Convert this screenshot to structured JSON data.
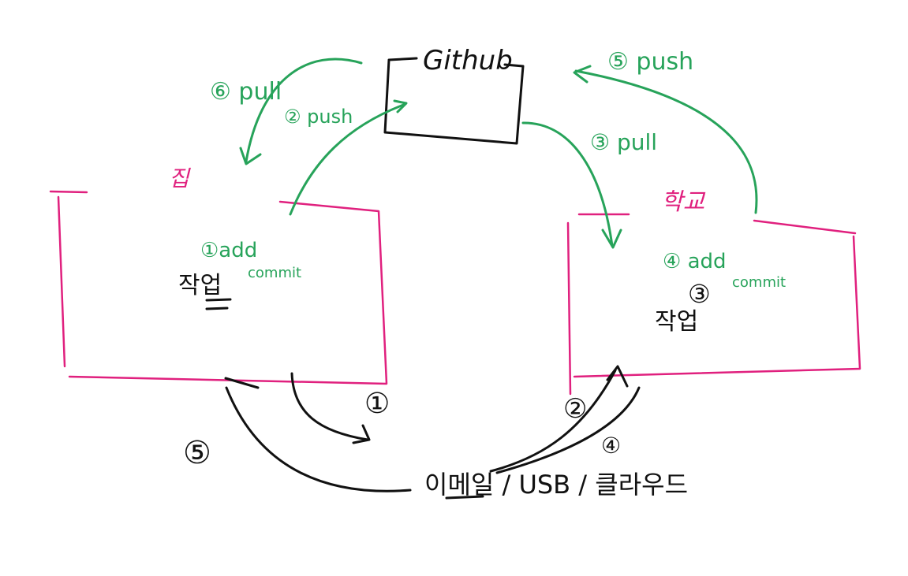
{
  "github": {
    "label": "Github"
  },
  "home": {
    "label": "집",
    "work": "작업",
    "steps": "①add",
    "commit": "commit"
  },
  "school": {
    "label": "학교",
    "work": "작업",
    "steps": "④ add",
    "commit": "commit",
    "circle3": "③"
  },
  "bottom_center": {
    "label": "이메일 / USB / 클라우드"
  },
  "green_steps": {
    "pull6": "⑥ pull",
    "push2": "② push",
    "pull3": "③ pull",
    "push5": "⑤ push"
  },
  "black_steps": {
    "n1": "①",
    "n2": "②",
    "n4": "④",
    "n5": "⑤"
  },
  "colors": {
    "black": "#111111",
    "green": "#27a35a",
    "pink": "#e0207e"
  }
}
